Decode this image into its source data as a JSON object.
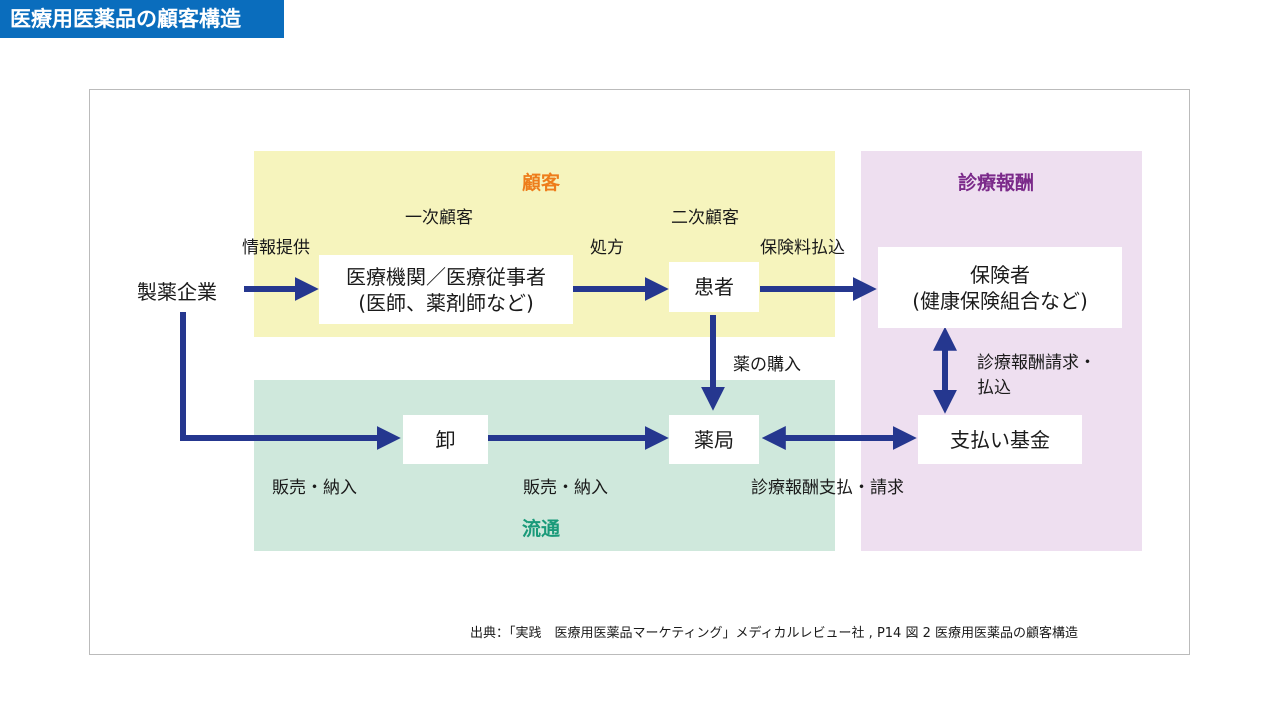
{
  "title": "医療用医薬品の顧客構造",
  "zones": {
    "customer": "顧客",
    "distribution": "流通",
    "reward": "診療報酬"
  },
  "labels": {
    "primary": "一次顧客",
    "secondary": "二次顧客",
    "info": "情報提供",
    "prescription": "処方",
    "premium": "保険料払込",
    "purchase": "薬の購入",
    "sale1": "販売・納入",
    "sale2": "販売・納入",
    "claim": "診療報酬支払・請求",
    "claim2_line1": "診療報酬請求・",
    "claim2_line2": "払込"
  },
  "nodes": {
    "maker": "製薬企業",
    "medical_line1": "医療機関／医療従事者",
    "medical_line2": "(医師、薬剤師など)",
    "patient": "患者",
    "insurer_line1": "保険者",
    "insurer_line2": "(健康保険組合など)",
    "wholesale": "卸",
    "pharmacy": "薬局",
    "fund": "支払い基金"
  },
  "source": "出典：「実践　医療用医薬品マーケティング」メディカルレビュー社 , P14 図 2 医療用医薬品の顧客構造",
  "colors": {
    "title_bg": "#0a6dbd",
    "arrow": "#25378f",
    "customer": "#f6f4bd",
    "distribution": "#cfe8dc",
    "reward": "#eedff0"
  }
}
